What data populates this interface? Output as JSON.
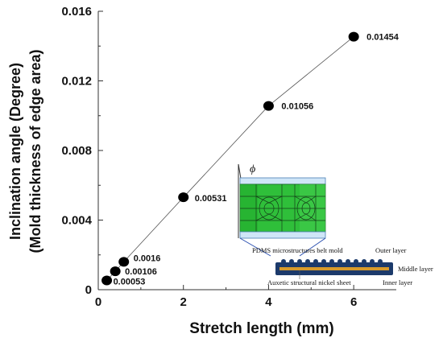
{
  "chart_data": {
    "type": "scatter",
    "xlabel": "Stretch length (mm)",
    "ylabel_line1": "Inclination angle (Degree)",
    "ylabel_line2": "(Mold thickness of edge area)",
    "xlim": [
      0,
      7
    ],
    "ylim": [
      0,
      0.016
    ],
    "x_ticks": [
      0,
      2,
      4,
      6
    ],
    "y_ticks": [
      "0",
      "0.004",
      "0.008",
      "0.012",
      "0.016"
    ],
    "points": [
      {
        "x": 0.2,
        "y": 0.00053,
        "label": "0.00053"
      },
      {
        "x": 0.4,
        "y": 0.00106,
        "label": "0.00106"
      },
      {
        "x": 0.6,
        "y": 0.0016,
        "label": "0.0016"
      },
      {
        "x": 2,
        "y": 0.00531,
        "label": "0.00531"
      },
      {
        "x": 4,
        "y": 0.01056,
        "label": "0.01056"
      },
      {
        "x": 6,
        "y": 0.01454,
        "label": "0.01454"
      }
    ],
    "grid": false,
    "colors": {
      "marker": "#000000",
      "line": "#555555",
      "mesh_fill": "#2fbf3a",
      "belt": "#1c3a6b",
      "sheet": "#d89a2a"
    }
  },
  "inset": {
    "phi_symbol": "ϕ",
    "mold_label": "PDMS microstructures belt mold",
    "outer_label": "Outer layer",
    "middle_label": "Middle layer",
    "inner_label": "Inner layer",
    "sheet_label": "Auxetic structural nickel sheet"
  }
}
